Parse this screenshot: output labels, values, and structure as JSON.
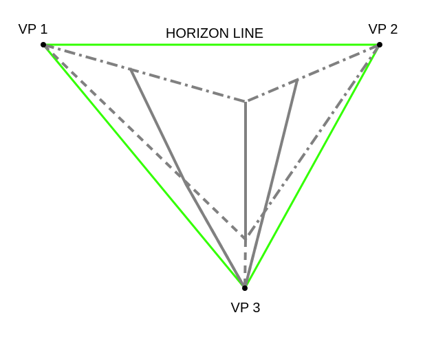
{
  "labels": {
    "horizon": "HORIZON LINE",
    "vp1": "VP 1",
    "vp2": "VP 2",
    "vp3": "VP 3"
  },
  "colors": {
    "horizon_line": "#33ff00",
    "construction_line": "#808080",
    "vanishing_point": "#000000"
  }
}
